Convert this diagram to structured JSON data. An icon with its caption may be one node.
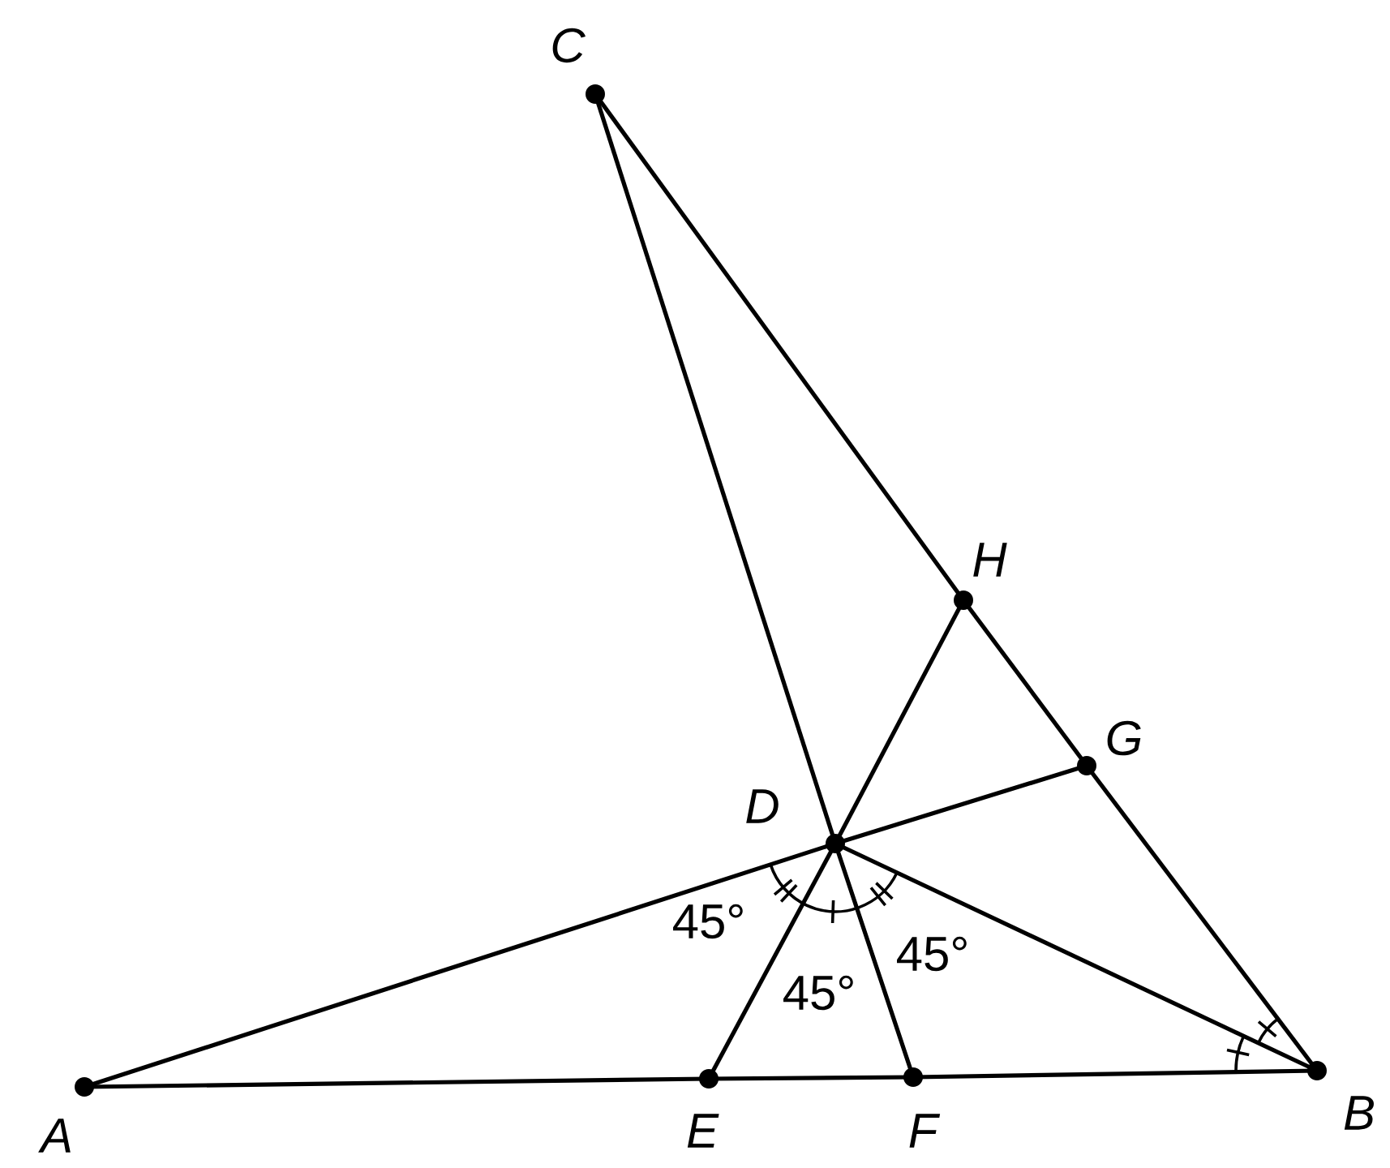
{
  "diagram": {
    "nodes": [
      {
        "text": [
          "A"
        ]
      },
      {
        "text": [
          "B"
        ]
      },
      {
        "text": [
          "C"
        ]
      },
      {
        "text": [
          "D"
        ]
      },
      {
        "text": [
          "E"
        ]
      },
      {
        "text": [
          "F"
        ]
      },
      {
        "text": [
          "G"
        ]
      },
      {
        "text": [
          "H"
        ]
      }
    ],
    "edges": [
      {
        "from": 0,
        "to": 4,
        "arrow": "none"
      },
      {
        "from": 4,
        "to": 5,
        "arrow": "none"
      },
      {
        "from": 5,
        "to": 1,
        "arrow": "none"
      },
      {
        "from": 0,
        "to": 3,
        "arrow": "none"
      },
      {
        "from": 3,
        "to": 6,
        "arrow": "none"
      },
      {
        "from": 2,
        "to": 3,
        "arrow": "none"
      },
      {
        "from": 3,
        "to": 5,
        "arrow": "none"
      },
      {
        "from": 2,
        "to": 7,
        "arrow": "none"
      },
      {
        "from": 7,
        "to": 6,
        "arrow": "none"
      },
      {
        "from": 6,
        "to": 1,
        "arrow": "none"
      },
      {
        "from": 4,
        "to": 3,
        "arrow": "none"
      },
      {
        "from": 3,
        "to": 7,
        "arrow": "none"
      },
      {
        "from": 3,
        "to": 1,
        "arrow": "none"
      }
    ],
    "labels": [
      "45°",
      "45°",
      "45°"
    ]
  }
}
